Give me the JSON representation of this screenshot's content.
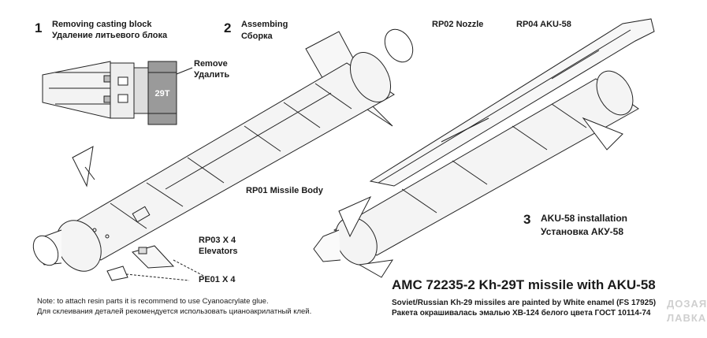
{
  "steps": {
    "step1": {
      "number": "1",
      "en": "Removing casting block",
      "ru": "Удаление литьевого блока"
    },
    "step2": {
      "number": "2",
      "en": "Assembing",
      "ru": "Сборка"
    },
    "step3": {
      "number": "3",
      "en": "AKU-58 installation",
      "ru": "Установка  АКУ-58"
    }
  },
  "labels": {
    "remove_en": "Remove",
    "remove_ru": "Удалить",
    "casting_marking": "29T",
    "rp02": "RP02 Nozzle",
    "rp04": "RP04 AKU-58",
    "rp01": "RP01 Missile Body",
    "rp03": "RP03 X 4",
    "rp03_sub": "Elevators",
    "pe01": "PE01 X 4"
  },
  "title": "AMC 72235-2 Kh-29T missile with AKU-58",
  "paint_note": {
    "en": "Soviet/Russian Kh-29 missiles are painted by White enamel (FS 17925)",
    "ru": "Ракета окрашивалась эмалью ХВ-124 белого цвета ГОСТ 10114-74"
  },
  "glue_note": {
    "en": "Note: to attach resin parts it is recommend to use Cyanoacrylate glue.",
    "ru": "Для склеивания деталей рекомендуется использовать цианоакрилатный клей."
  },
  "watermark": {
    "line1": "ДОЗАЯ",
    "line2": "ЛАВКА"
  },
  "colors": {
    "ink": "#1a1a1a",
    "block_fill": "#9a9a9a",
    "body_fill": "#f4f4f4"
  }
}
